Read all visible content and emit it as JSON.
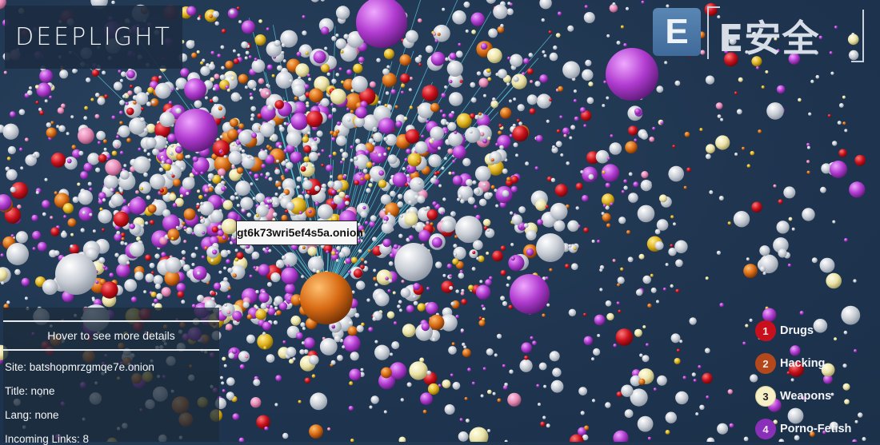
{
  "logo": {
    "text": "DEEPLIGHT"
  },
  "watermark": {
    "icon_letter": "E",
    "text": "E安全"
  },
  "graph": {
    "hovered_node_label": "gt6k73wri5ef4s5a.onion",
    "hub_color": "#c75a0c",
    "link_color": "#5fd0e0",
    "background_color": "#1f3550"
  },
  "info_panel": {
    "header": "Hover to see more details",
    "site": "Site: batshopmrzgmqe7e.onion",
    "title": "Title: none",
    "lang": "Lang: none",
    "incoming_links": "Incoming Links: 8"
  },
  "legend": {
    "items": [
      {
        "number": "1",
        "label": "Drugs",
        "color": "#c8101c",
        "text_color": "#f5e8e8"
      },
      {
        "number": "2",
        "label": "Hacking",
        "color": "#b3481c",
        "text_color": "#f8ebe4"
      },
      {
        "number": "3",
        "label": "Weapons",
        "color": "#f7f0c6",
        "text_color": "#222222"
      },
      {
        "number": "4",
        "label": "Porno-Fetish",
        "color": "#8a2fb8",
        "text_color": "#f1e6f8"
      }
    ]
  }
}
